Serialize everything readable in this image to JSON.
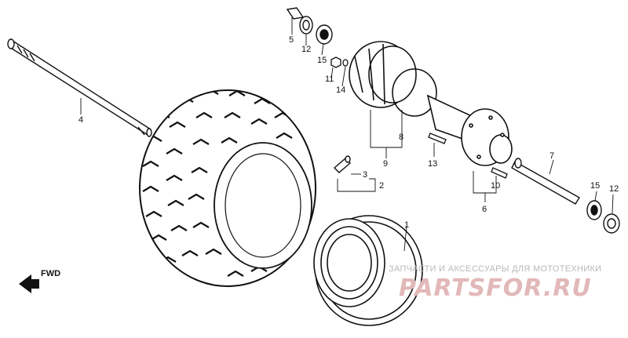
{
  "callouts": {
    "c1": "1",
    "c2": "2",
    "c3": "3",
    "c4": "4",
    "c5": "5",
    "c6": "6",
    "c7": "7",
    "c8": "8",
    "c9": "9",
    "c10": "10",
    "c11": "11",
    "c12": "12",
    "c13": "13",
    "c14": "14",
    "c15": "15",
    "c12b": "12",
    "c15b": "15"
  },
  "fwd_label": "FWD",
  "watermark": {
    "caption": "ЗАПЧАСТИ И АКСЕССУАРЫ ДЛЯ МОТОТЕХНИКИ",
    "logo": "PARTSFOR.RU"
  }
}
